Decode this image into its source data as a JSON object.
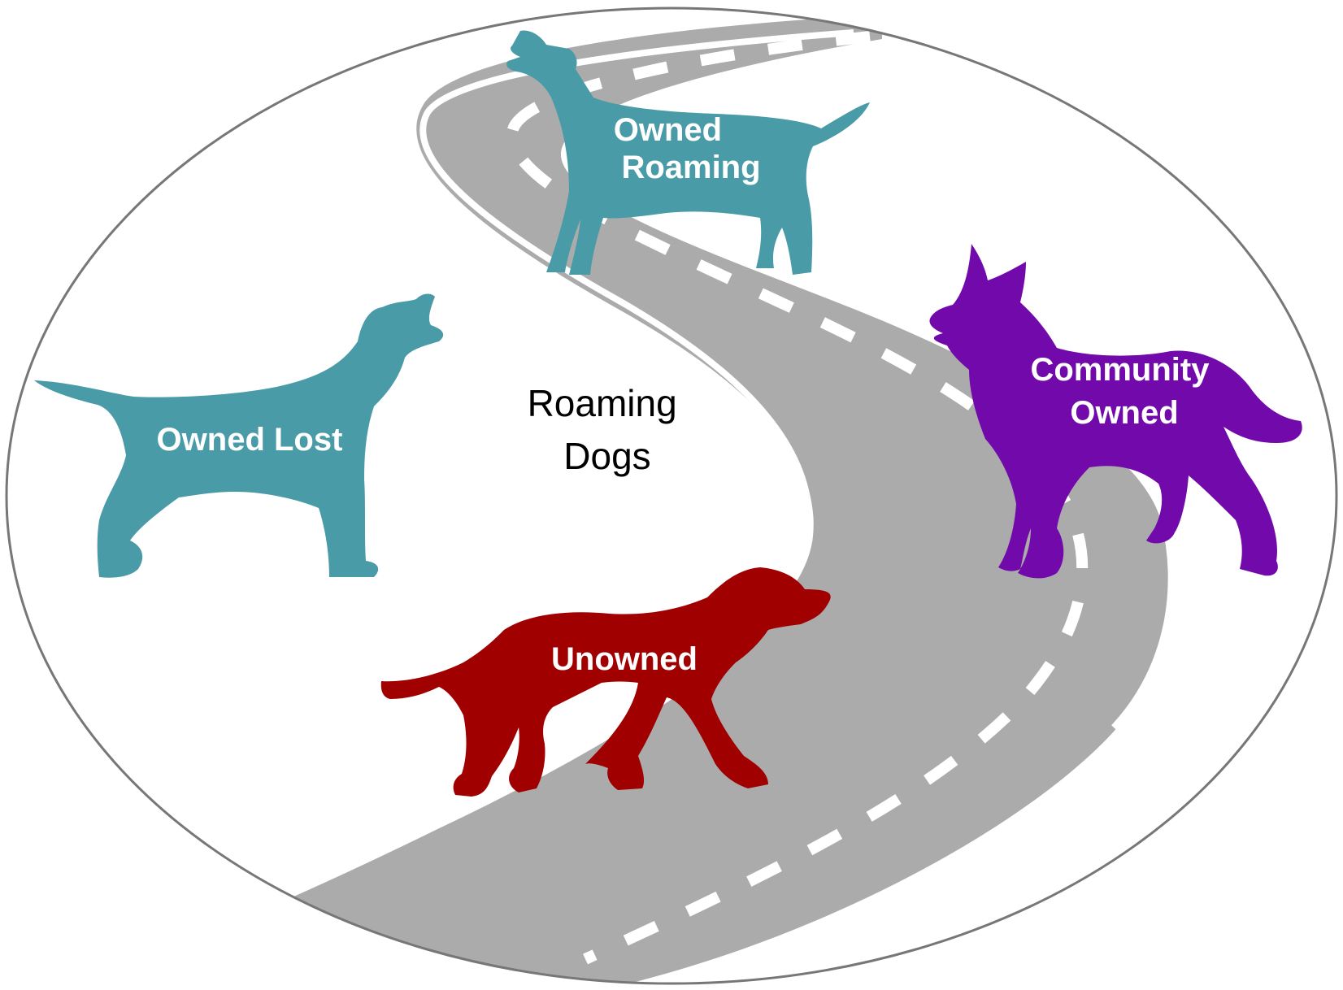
{
  "center_label": {
    "line1": "Roaming",
    "line2": "Dogs"
  },
  "dogs": {
    "owned_roaming": {
      "line1": "Owned",
      "line2": "Roaming",
      "color": "#4A9BA8"
    },
    "owned_lost": {
      "label": "Owned Lost",
      "color": "#4A9BA8"
    },
    "community_owned": {
      "line1": "Community",
      "line2": "Owned",
      "color": "#7209AA"
    },
    "unowned": {
      "label": "Unowned",
      "color": "#A00000"
    }
  },
  "colors": {
    "road": "#ABABAB",
    "road_lines": "#FFFFFF",
    "ellipse_border": "#777777",
    "background": "#FFFFFF"
  }
}
